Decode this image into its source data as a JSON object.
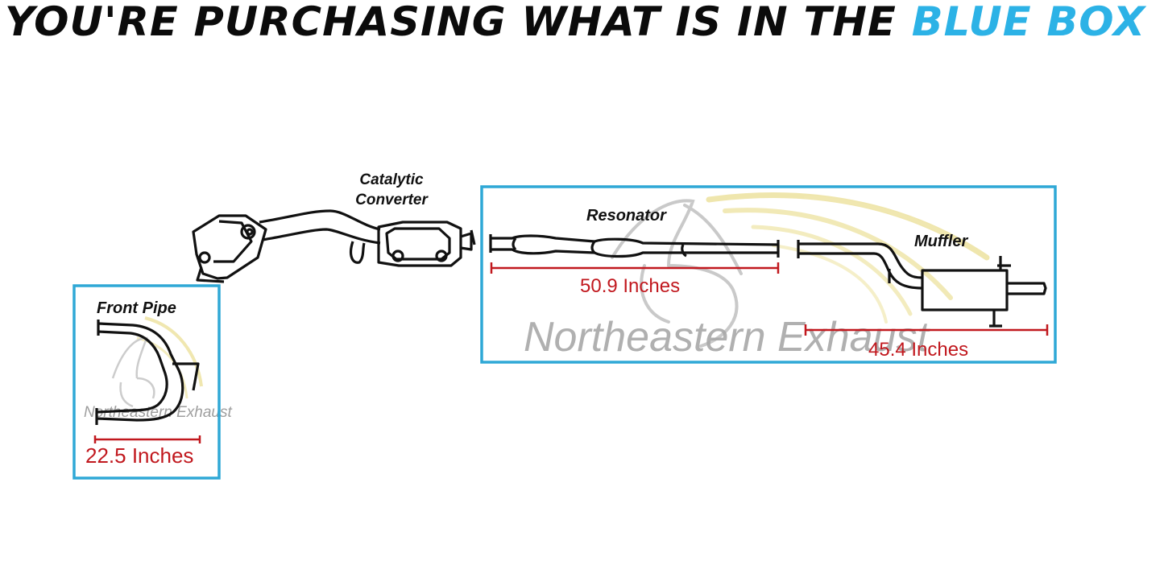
{
  "headline": {
    "prefix": "YOU'RE PURCHASING WHAT IS IN THE",
    "highlight": "BLUE BOX"
  },
  "colors": {
    "box_border": "#2fa8d6",
    "measurement_red": "#c1181e",
    "highlight_blue": "#2cb2e6",
    "pipe_stroke": "#111111",
    "watermark_gray": "#a3a3a3",
    "watermark_gold": "#ede3a6"
  },
  "parts": {
    "catalytic_converter": {
      "label_line1": "Catalytic",
      "label_line2": "Converter"
    },
    "front_pipe": {
      "label": "Front Pipe",
      "length": "22.5 Inches"
    },
    "resonator": {
      "label": "Resonator",
      "length": "50.9 Inches"
    },
    "muffler": {
      "label": "Muffler",
      "length": "45.4 Inches"
    }
  },
  "watermark": {
    "text": "Northeastern Exhaust",
    "small_text": "Northeastern Exhaust"
  }
}
